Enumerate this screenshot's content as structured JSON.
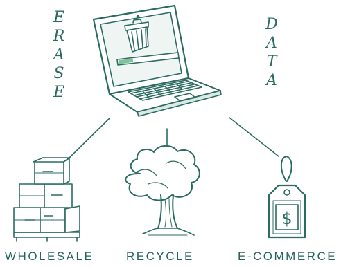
{
  "colors": {
    "ink": "#2a6b62",
    "progress": "#7fc39a",
    "screen": "#eef5f3"
  },
  "left_word": [
    "E",
    "R",
    "A",
    "S",
    "E"
  ],
  "right_word": [
    "D",
    "A",
    "T",
    "A"
  ],
  "branches": {
    "wholesale": "WHOLESALE",
    "recycle": "RECYCLE",
    "ecommerce": "E-COMMERCE"
  },
  "price_tag_symbol": "$",
  "upload_progress": 0.24
}
